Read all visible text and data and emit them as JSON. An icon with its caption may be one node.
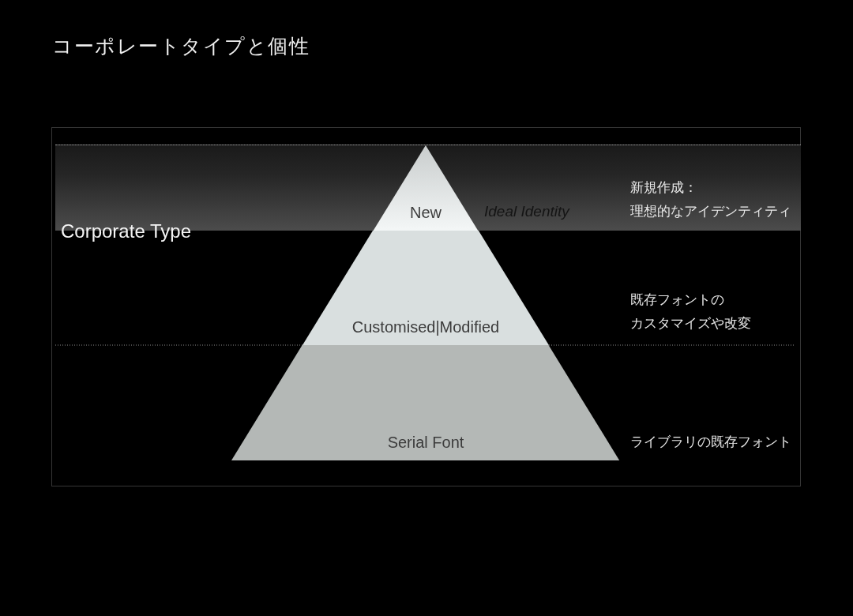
{
  "diagram": {
    "title": "コーポレートタイプと個性",
    "nodes": [
      {
        "text": [
          "Corporate Type"
        ]
      },
      {
        "text": [
          "New"
        ],
        "in": 0,
        "beside": [
          "Ideal Identity"
        ]
      },
      {
        "text": [
          "Customised|Modified"
        ]
      },
      {
        "text": [
          "Serial Font"
        ]
      }
    ],
    "labels": [
      "新規作成：理想的なアイデンティティ",
      "既存フォントのカスタマイズや改変",
      "ライブラリの既存フォント"
    ]
  }
}
